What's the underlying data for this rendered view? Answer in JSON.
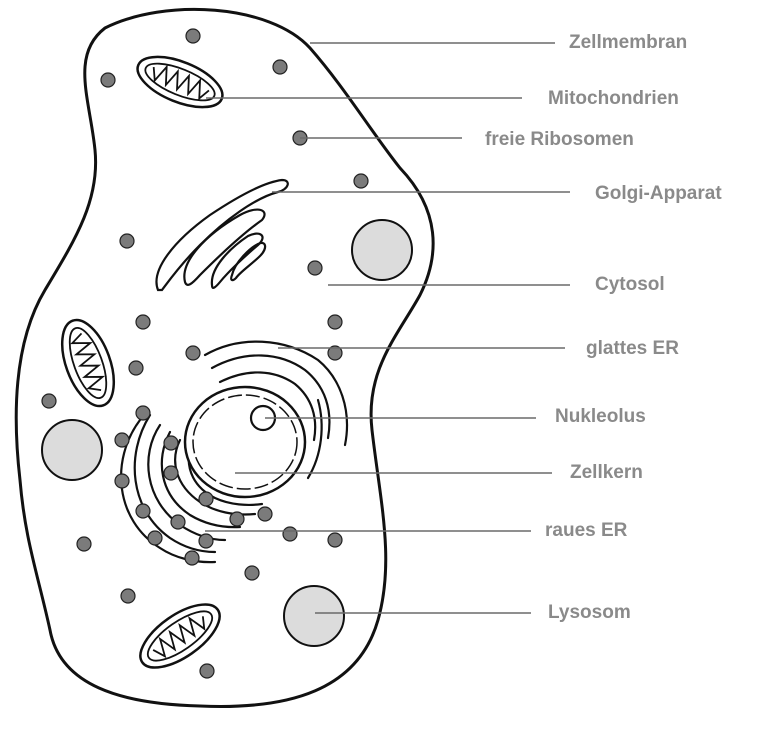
{
  "labels": {
    "zellmembran": "Zellmembran",
    "mitochondrien": "Mitochondrien",
    "freie_ribosomen": "freie Ribosomen",
    "golgi_apparat": "Golgi-Apparat",
    "cytosol": "Cytosol",
    "glattes_er": "glattes ER",
    "nukleolus": "Nukleolus",
    "zellkern": "Zellkern",
    "raues_er": "raues ER",
    "lysosom": "Lysosom"
  },
  "colors": {
    "outline": "#111111",
    "label_text": "#8a8a8a",
    "leader_line": "#6a6a6a",
    "ribosome_fill": "#7b7b7b",
    "lysosome_fill": "#dcdcdc",
    "background": "#ffffff"
  }
}
